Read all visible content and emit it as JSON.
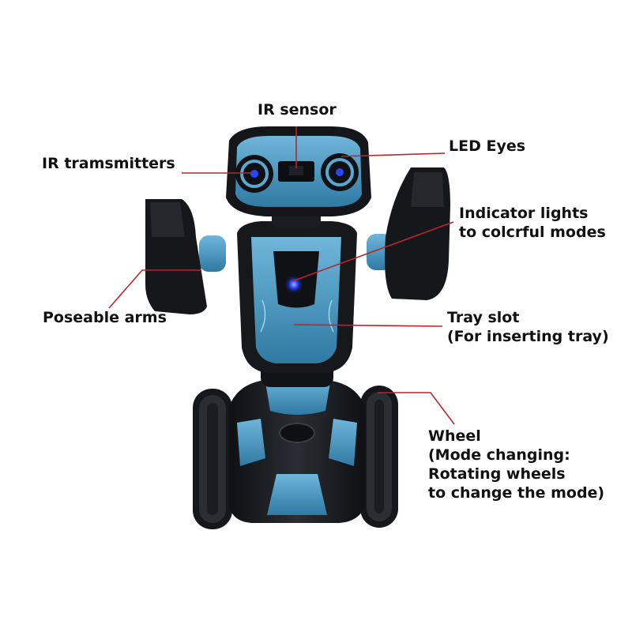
{
  "labels": {
    "ir_sensor": "IR sensor",
    "led_eyes": "LED Eyes",
    "ir_transmitters": "IR tramsmitters",
    "indicator_lights": [
      "Indicator lights",
      "to colcrful modes"
    ],
    "poseable_arms": "Poseable arms",
    "tray_slot": [
      "Tray slot",
      "(For inserting tray)"
    ],
    "wheel": [
      "Wheel",
      "(Mode changing:",
      "Rotating wheels",
      "to change the mode)"
    ]
  },
  "colors": {
    "leader_line": "#b8262d",
    "robot_body": "#17191d",
    "robot_accent": "#3f8fb8"
  }
}
